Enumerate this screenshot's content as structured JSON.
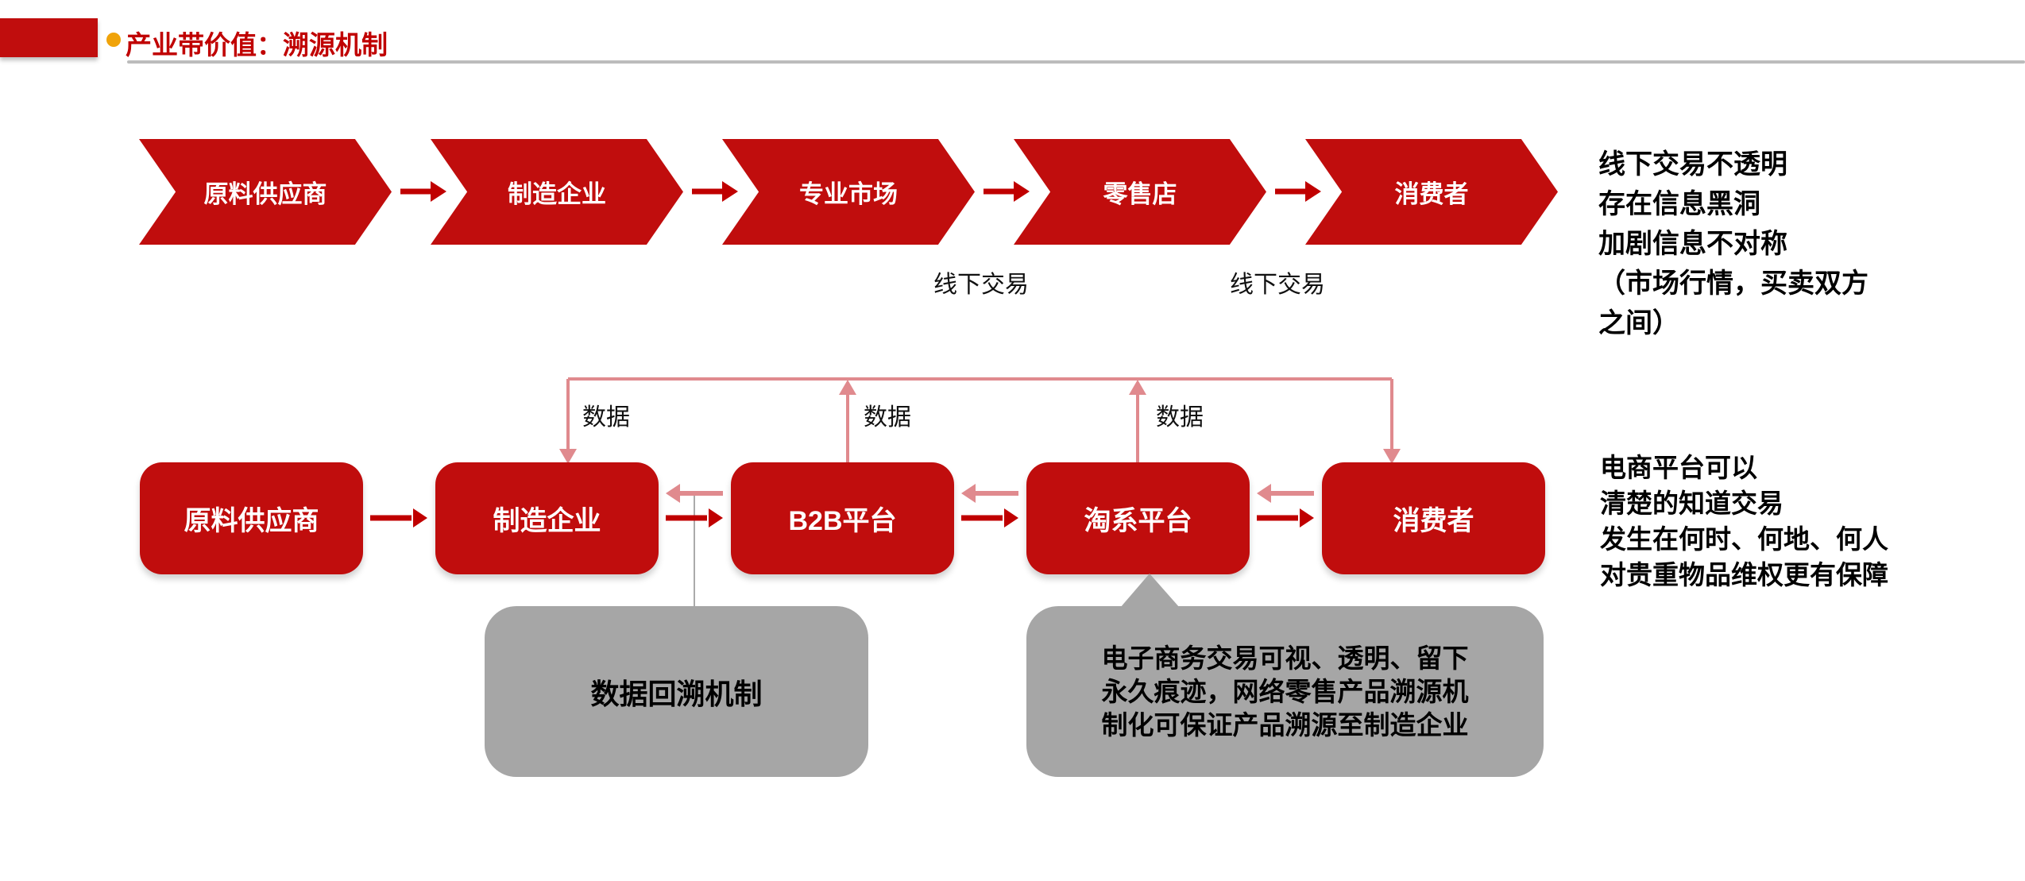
{
  "header": {
    "title": "产业带价值：溯源机制"
  },
  "colors": {
    "primary_red": "#C00D0D",
    "title_red": "#C00000",
    "arrow_dark_red": "#C00000",
    "arrow_pink": "#E08A8E",
    "callout_gray": "#A6A6A6",
    "bullet_gold": "#F0A30A",
    "divider_gray": "#BCBCBC",
    "text_black": "#000000"
  },
  "icons": {
    "flow_arrow": "right-arrow",
    "feedback_arrow": "left-arrow",
    "data_down_arrow": "down-arrow",
    "data_up_arrow": "up-arrow",
    "callout_pointer": "up-triangle"
  },
  "flow_top": {
    "steps": [
      {
        "label": "原料供应商"
      },
      {
        "label": "制造企业"
      },
      {
        "label": "专业市场"
      },
      {
        "label": "零售店"
      },
      {
        "label": "消费者"
      }
    ],
    "offline_labels": [
      "线下交易",
      "线下交易"
    ],
    "note_lines": [
      "线下交易不透明",
      "存在信息黑洞",
      "加剧信息不对称",
      "（市场行情，买卖双方",
      "之间）"
    ]
  },
  "flow_bottom": {
    "steps": [
      {
        "label": "原料供应商"
      },
      {
        "label": "制造企业"
      },
      {
        "label": "B2B平台"
      },
      {
        "label": "淘系平台"
      },
      {
        "label": "消费者"
      }
    ],
    "data_labels": [
      "数据",
      "数据",
      "数据"
    ],
    "callout_left": "数据回溯机制",
    "callout_right_lines": [
      "电子商务交易可视、透明、留下",
      "永久痕迹，网络零售产品溯源机",
      "制化可保证产品溯源至制造企业"
    ],
    "note_lines": [
      "电商平台可以",
      "清楚的知道交易",
      "发生在何时、何地、何人",
      "对贵重物品维权更有保障"
    ]
  }
}
